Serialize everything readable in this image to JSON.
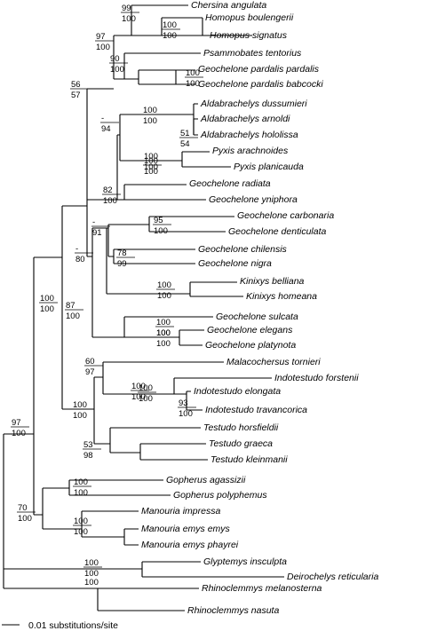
{
  "diagram": {
    "type": "phylogenetic-tree",
    "taxa": [
      "Chersina angulata",
      "Homopus boulengerii",
      "Homopus signatus",
      "Psammobates tentorius",
      "Geochelone pardalis pardalis",
      "Geochelone pardalis babcocki",
      "Aldabrachelys dussumieri",
      "Aldabrachelys arnoldi",
      "Aldabrachelys hololissa",
      "Pyxis arachnoides",
      "Pyxis planicauda",
      "Geochelone radiata",
      "Geochelone yniphora",
      "Geochelone carbonaria",
      "Geochelone denticulata",
      "Geochelone chilensis",
      "Geochelone nigra",
      "Kinixys belliana",
      "Kinixys homeana",
      "Geochelone sulcata",
      "Geochelone elegans",
      "Geochelone platynota",
      "Malacochersus tornieri",
      "Indotestudo forstenii",
      "Indotestudo elongata",
      "Indotestudo travancorica",
      "Testudo horsfieldii",
      "Testudo graeca",
      "Testudo kleinmanii",
      "Gopherus agassizii",
      "Gopherus polyphemus",
      "Manouria impressa",
      "Manouria emys emys",
      "Manouria emys phayrei",
      "Glyptemys insculpta",
      "Deirochelys reticularia",
      "Rhinoclemmys melanosterna",
      "Rhinoclemmys nasuta"
    ],
    "supports": [
      {
        "top": "99",
        "bottom": "100"
      },
      {
        "top": "100",
        "bottom": "100"
      },
      {
        "top": "97",
        "bottom": "100"
      },
      {
        "top": "90",
        "bottom": "100"
      },
      {
        "top": "100",
        "bottom": "100"
      },
      {
        "top": "56",
        "bottom": "57"
      },
      {
        "top": "100",
        "bottom": "100"
      },
      {
        "top": "51",
        "bottom": "54"
      },
      {
        "top": "-",
        "bottom": "94"
      },
      {
        "top": "100",
        "bottom": "100"
      },
      {
        "top": "100",
        "bottom": "100"
      },
      {
        "top": "82",
        "bottom": "100"
      },
      {
        "top": "95",
        "bottom": "100"
      },
      {
        "top": "78",
        "bottom": "99"
      },
      {
        "top": "-",
        "bottom": "91"
      },
      {
        "top": "100",
        "bottom": "100"
      },
      {
        "top": "100",
        "bottom": "100"
      },
      {
        "top": "100",
        "bottom": "100"
      },
      {
        "top": "87",
        "bottom": "100"
      },
      {
        "top": "-",
        "bottom": "80"
      },
      {
        "top": "100",
        "bottom": "100"
      },
      {
        "top": "93",
        "bottom": "100"
      },
      {
        "top": "100",
        "bottom": "100"
      },
      {
        "top": "60",
        "bottom": "97"
      },
      {
        "top": "53",
        "bottom": "98"
      },
      {
        "top": "100",
        "bottom": "100"
      },
      {
        "top": "100",
        "bottom": "100"
      },
      {
        "top": "100",
        "bottom": "100"
      },
      {
        "top": "100",
        "bottom": "100"
      },
      {
        "top": "70",
        "bottom": "100"
      },
      {
        "top": "97",
        "bottom": "100"
      },
      {
        "top": "100",
        "bottom": "100"
      },
      {
        "top": "100",
        "bottom": ""
      }
    ],
    "scale_bar": {
      "value": "0.01",
      "label": "0.01 substitutions/site"
    }
  }
}
